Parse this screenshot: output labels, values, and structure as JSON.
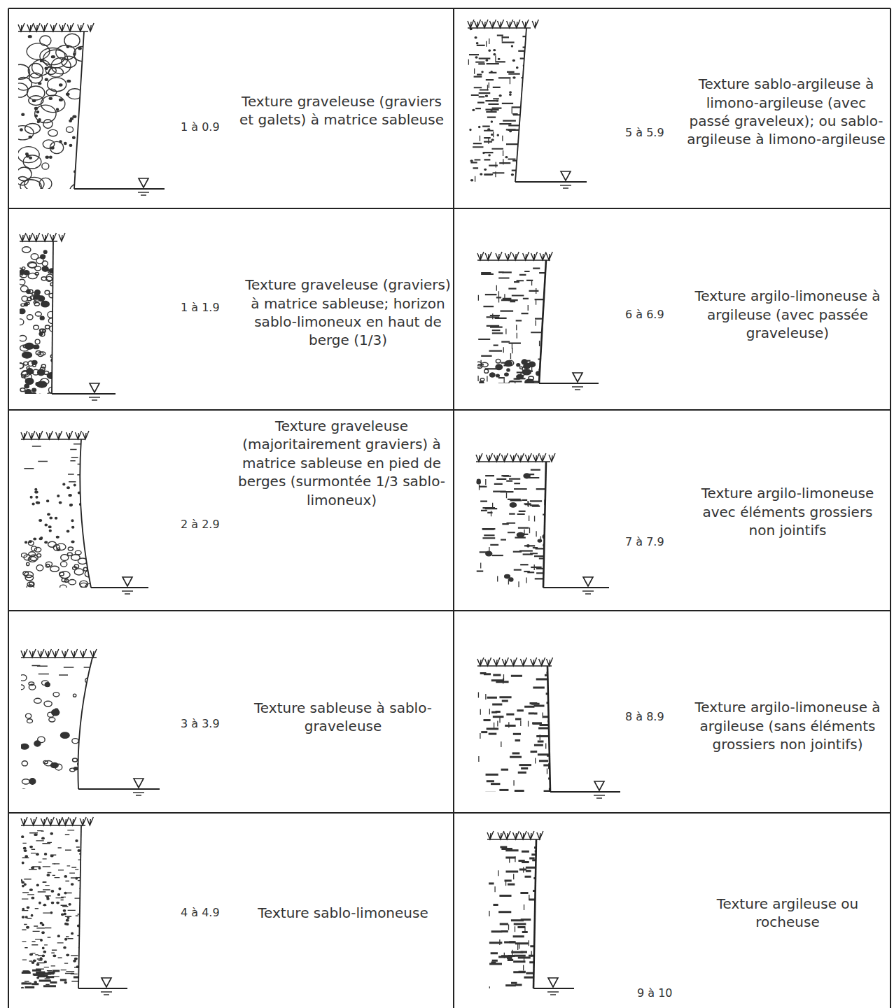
{
  "diagram": {
    "labels": [
      "1 à 0.9",
      "Texture graveleuse (graviers et galets) à matrice sableuse",
      "5 à 5.9",
      "Texture sablo-argileuse à limono-argileuse (avec passé graveleux); ou sablo-argileuse à limono-argileuse",
      "1 à 1.9",
      "Texture graveleuse (graviers) à matrice sableuse; horizon sablo-limoneux en haut de berge (1/3)",
      "6 à 6.9",
      "Texture argilo-limoneuse à argileuse (avec passée graveleuse)",
      "2 à 2.9",
      "Texture graveleuse (majoritairement graviers) à matrice sableuse en pied de berges (surmontée 1/3 sablo-limoneux)",
      "7 à 7.9",
      "Texture argilo-limoneuse avec éléments grossiers non jointifs",
      "3 à 3.9",
      "Texture sableuse à sablo-graveleuse",
      "8 à 8.9",
      "Texture argilo-limoneuse à argileuse (sans éléments grossiers non jointifs)",
      "4 à 4.9",
      "Texture sablo-limoneuse",
      "Texture argileuse ou rocheuse",
      "9 à 10"
    ]
  }
}
